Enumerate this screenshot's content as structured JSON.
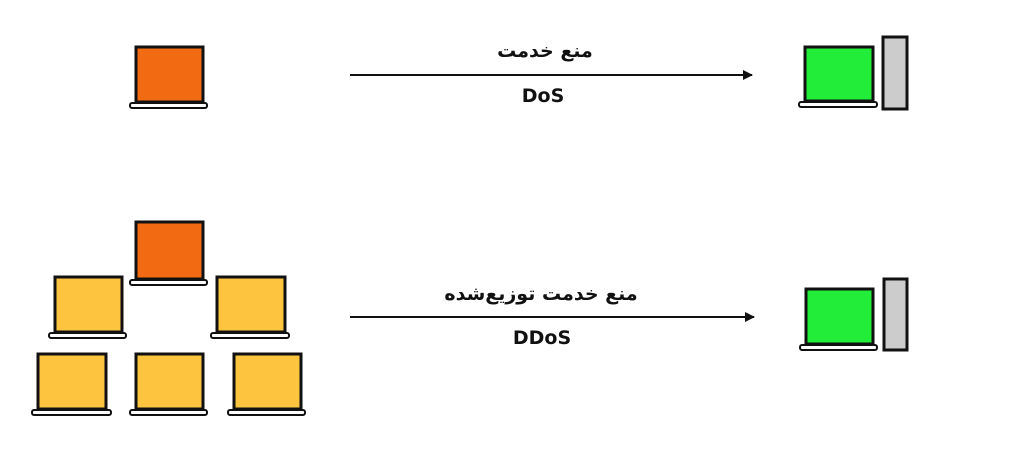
{
  "colors": {
    "attacker": "#f26a12",
    "botnet": "#fcc43f",
    "target_screen": "#22ee3a",
    "server": "#cccccc",
    "outline": "#111111",
    "arrow": "#111111"
  },
  "dos": {
    "label_fa": "منع خدمت",
    "label_en": "DoS",
    "attacker_icon": "laptop-icon",
    "target_icons": [
      "laptop-icon",
      "server-tower-icon"
    ]
  },
  "ddos": {
    "label_fa": "منع خدمت توزیع‌شده",
    "label_en": "DDoS",
    "attacker_icon": "laptop-icon",
    "botnet_count": 5,
    "target_icons": [
      "laptop-icon",
      "server-tower-icon"
    ]
  }
}
